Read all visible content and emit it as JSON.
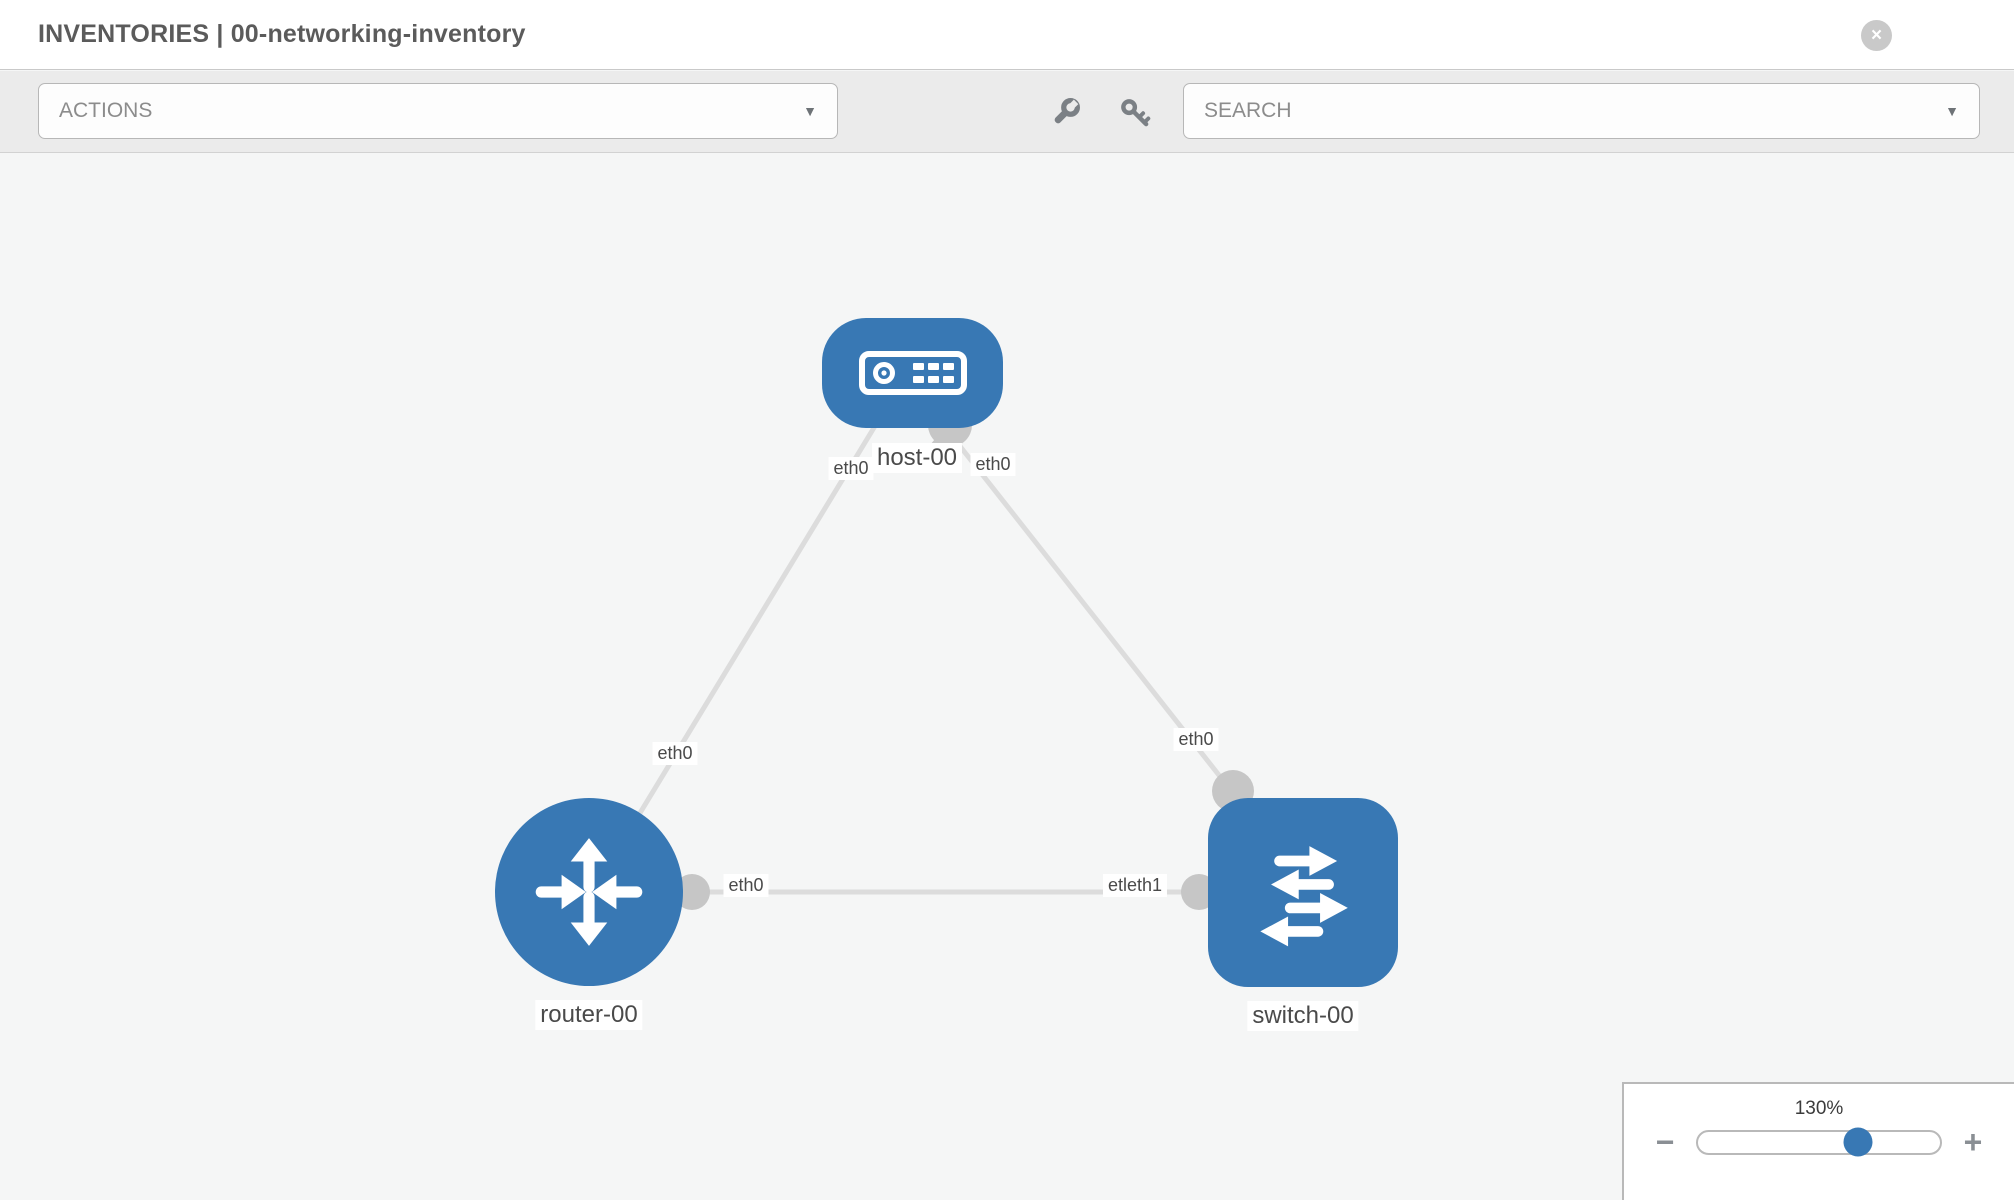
{
  "header": {
    "title": "INVENTORIES | 00-networking-inventory",
    "close_icon": "close-x"
  },
  "toolbar": {
    "actions_label": "ACTIONS",
    "search_label": "SEARCH",
    "caret": "▼",
    "icons": [
      "wrench",
      "key"
    ]
  },
  "topology": {
    "nodes": [
      {
        "id": "host-00",
        "type": "host",
        "label": "host-00"
      },
      {
        "id": "router-00",
        "type": "router",
        "label": "router-00"
      },
      {
        "id": "switch-00",
        "type": "switch",
        "label": "switch-00"
      }
    ],
    "links": [
      {
        "from": "host-00",
        "to": "router-00",
        "from_interface": "eth0",
        "to_interface": "eth0"
      },
      {
        "from": "host-00",
        "to": "switch-00",
        "from_interface": "eth0",
        "to_interface": "eth0"
      },
      {
        "from": "router-00",
        "to": "switch-00",
        "from_interface": "eth0",
        "to_interface": "etleth1"
      }
    ],
    "labels": [
      {
        "text": "host-00"
      },
      {
        "text": "eth0"
      },
      {
        "text": "eth0"
      },
      {
        "text": "eth0"
      },
      {
        "text": "eth0"
      },
      {
        "text": "eth0"
      },
      {
        "text": "etleth1"
      },
      {
        "text": "router-00"
      },
      {
        "text": "switch-00"
      }
    ]
  },
  "zoom_control": {
    "level": "130%",
    "percent": 66,
    "minus_label": "−",
    "plus_label": "+",
    "close_label": "×"
  },
  "colors": {
    "node_blue": "#3878b4",
    "toolbar_bg": "#ebebeb",
    "canvas_bg": "#f5f6f6",
    "link_gray": "#dcdcdc",
    "interface_dot_gray": "#c6c6c6"
  }
}
